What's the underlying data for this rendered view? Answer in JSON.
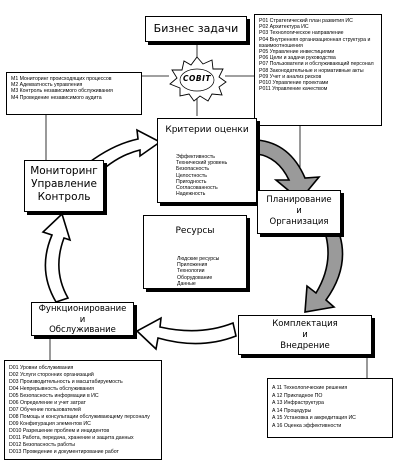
{
  "business": {
    "title": "Бизнес задачи"
  },
  "cobit": {
    "label": "COBIT"
  },
  "criteria": {
    "title": "Критерии оценки",
    "items": [
      "Эффективность",
      "Технический уровень",
      "Безопасность",
      "Целостность",
      "Пригодность",
      "Согласованность",
      "Надежность"
    ]
  },
  "resources": {
    "title": "Ресурсы",
    "items": [
      "Людские ресурсы",
      "Приложения",
      "Технологии",
      "Оборудование",
      "Данные"
    ]
  },
  "monitoring": {
    "title_lines": [
      "Мониторинг",
      "Управление",
      "Контроль"
    ],
    "items": [
      "M1 Мониторинг происходящих процессов",
      "M2 Адекватность управления",
      "M3 Контроль независимого обслуживания",
      "M4 Проведение независимого аудита"
    ]
  },
  "planning": {
    "title_lines": [
      "Планирование",
      "и",
      "Организация"
    ],
    "items": [
      "P01 Стратегический план развития ИС",
      "P02 Архитектура ИС",
      "P03 Технологическое направление",
      "P04 Внутренняя организационная структура и взаимоотношения",
      "P05 Управление инвестициями",
      "P06 Цели и задачи руководства",
      "P07 Пользователи и обслуживающий персонал",
      "P08 Законодательные и нормативные акты",
      "P09 Учет и анализ рисков",
      "P010 Управление проектами",
      "P011 Управление качеством"
    ]
  },
  "operation": {
    "title_lines": [
      "Функционирование",
      "и",
      "Обслуживание"
    ],
    "items": [
      "D01 Уровни обслуживания",
      "D02 Услуги сторонних организаций",
      "D03 Производительность и масштабируемость",
      "D04 Непрерывность обслуживания",
      "D05 Безопасность информации в ИС",
      "D06 Определение и учет затрат",
      "D07 Обучение пользователей",
      "D08 Помощь и консультации обслуживающему персоналу",
      "D09 Конфигурация элементов ИС",
      "D010 Разрешение проблем и инцидентов",
      "D011 Работа, передача, хранение и защита данных",
      "D012 Безопасность работы",
      "D013 Проведение и документирование работ"
    ]
  },
  "acquisition": {
    "title_lines": [
      "Комплектация",
      "и",
      "Внедрение"
    ],
    "items": [
      "A 11 Технологические решения",
      "A 12 Прикладное ПО",
      "A 13 Инфраструктура",
      "A 14 Процедуры",
      "A 15 Установка и аккредитация ИС",
      "A 16 Оценка эффективности"
    ]
  }
}
